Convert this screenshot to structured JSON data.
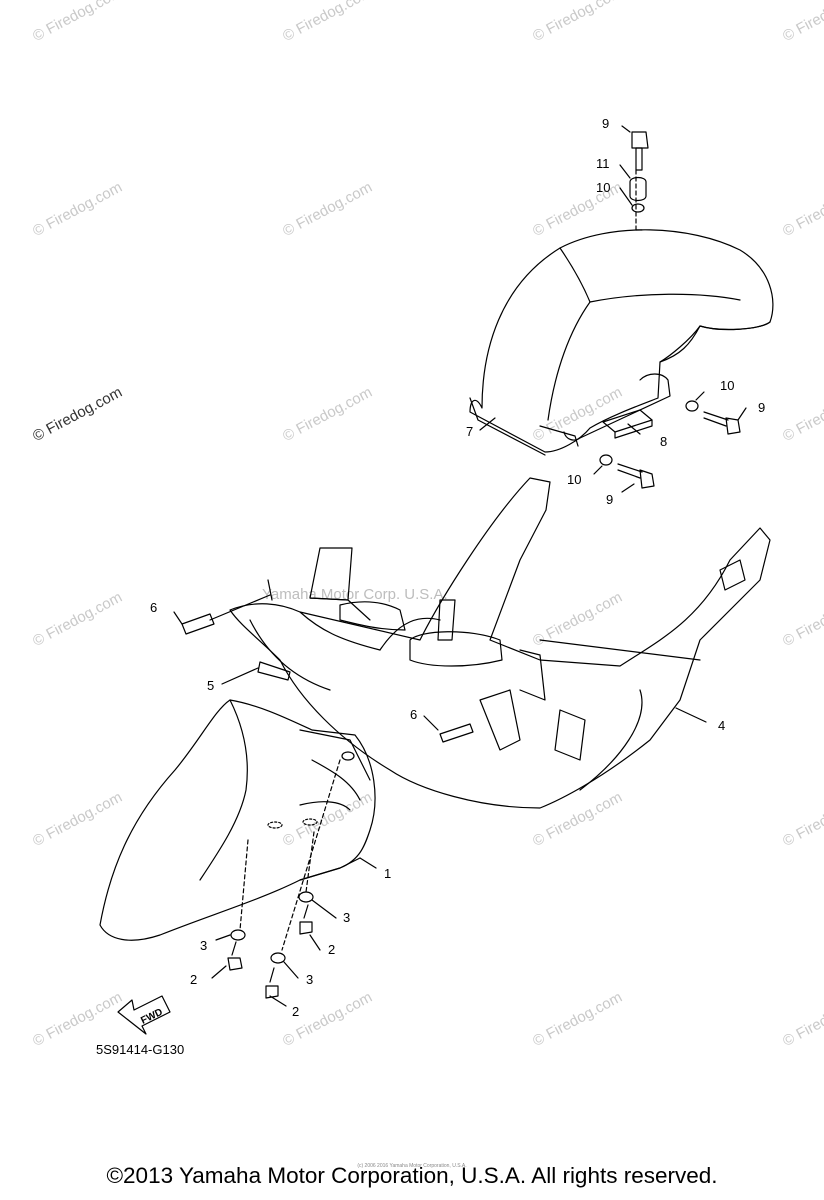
{
  "watermark_text": "© Firedog.com",
  "center_watermark": "Yamaha Motor Corp. U.S.A.",
  "diagram_code": "5S91414-G130",
  "fwd_label": "FWD",
  "footer": {
    "copyright": "©2013 Yamaha Motor Corporation, U.S.A. All rights reserved.",
    "fine_print": "(c) 2006 2016 Yamaha Motor Corporation, U.S.A."
  },
  "callouts": [
    {
      "id": "c9a",
      "label": "9"
    },
    {
      "id": "c11",
      "label": "11"
    },
    {
      "id": "c10a",
      "label": "10"
    },
    {
      "id": "c10b",
      "label": "10"
    },
    {
      "id": "c9b",
      "label": "9"
    },
    {
      "id": "c7",
      "label": "7"
    },
    {
      "id": "c8",
      "label": "8"
    },
    {
      "id": "c10c",
      "label": "10"
    },
    {
      "id": "c9c",
      "label": "9"
    },
    {
      "id": "c6a",
      "label": "6"
    },
    {
      "id": "c5",
      "label": "5"
    },
    {
      "id": "c6b",
      "label": "6"
    },
    {
      "id": "c4",
      "label": "4"
    },
    {
      "id": "c1",
      "label": "1"
    },
    {
      "id": "c3a",
      "label": "3"
    },
    {
      "id": "c2a",
      "label": "2"
    },
    {
      "id": "c3b",
      "label": "3"
    },
    {
      "id": "c2b",
      "label": "2"
    },
    {
      "id": "c3c",
      "label": "3"
    },
    {
      "id": "c2c",
      "label": "2"
    }
  ]
}
